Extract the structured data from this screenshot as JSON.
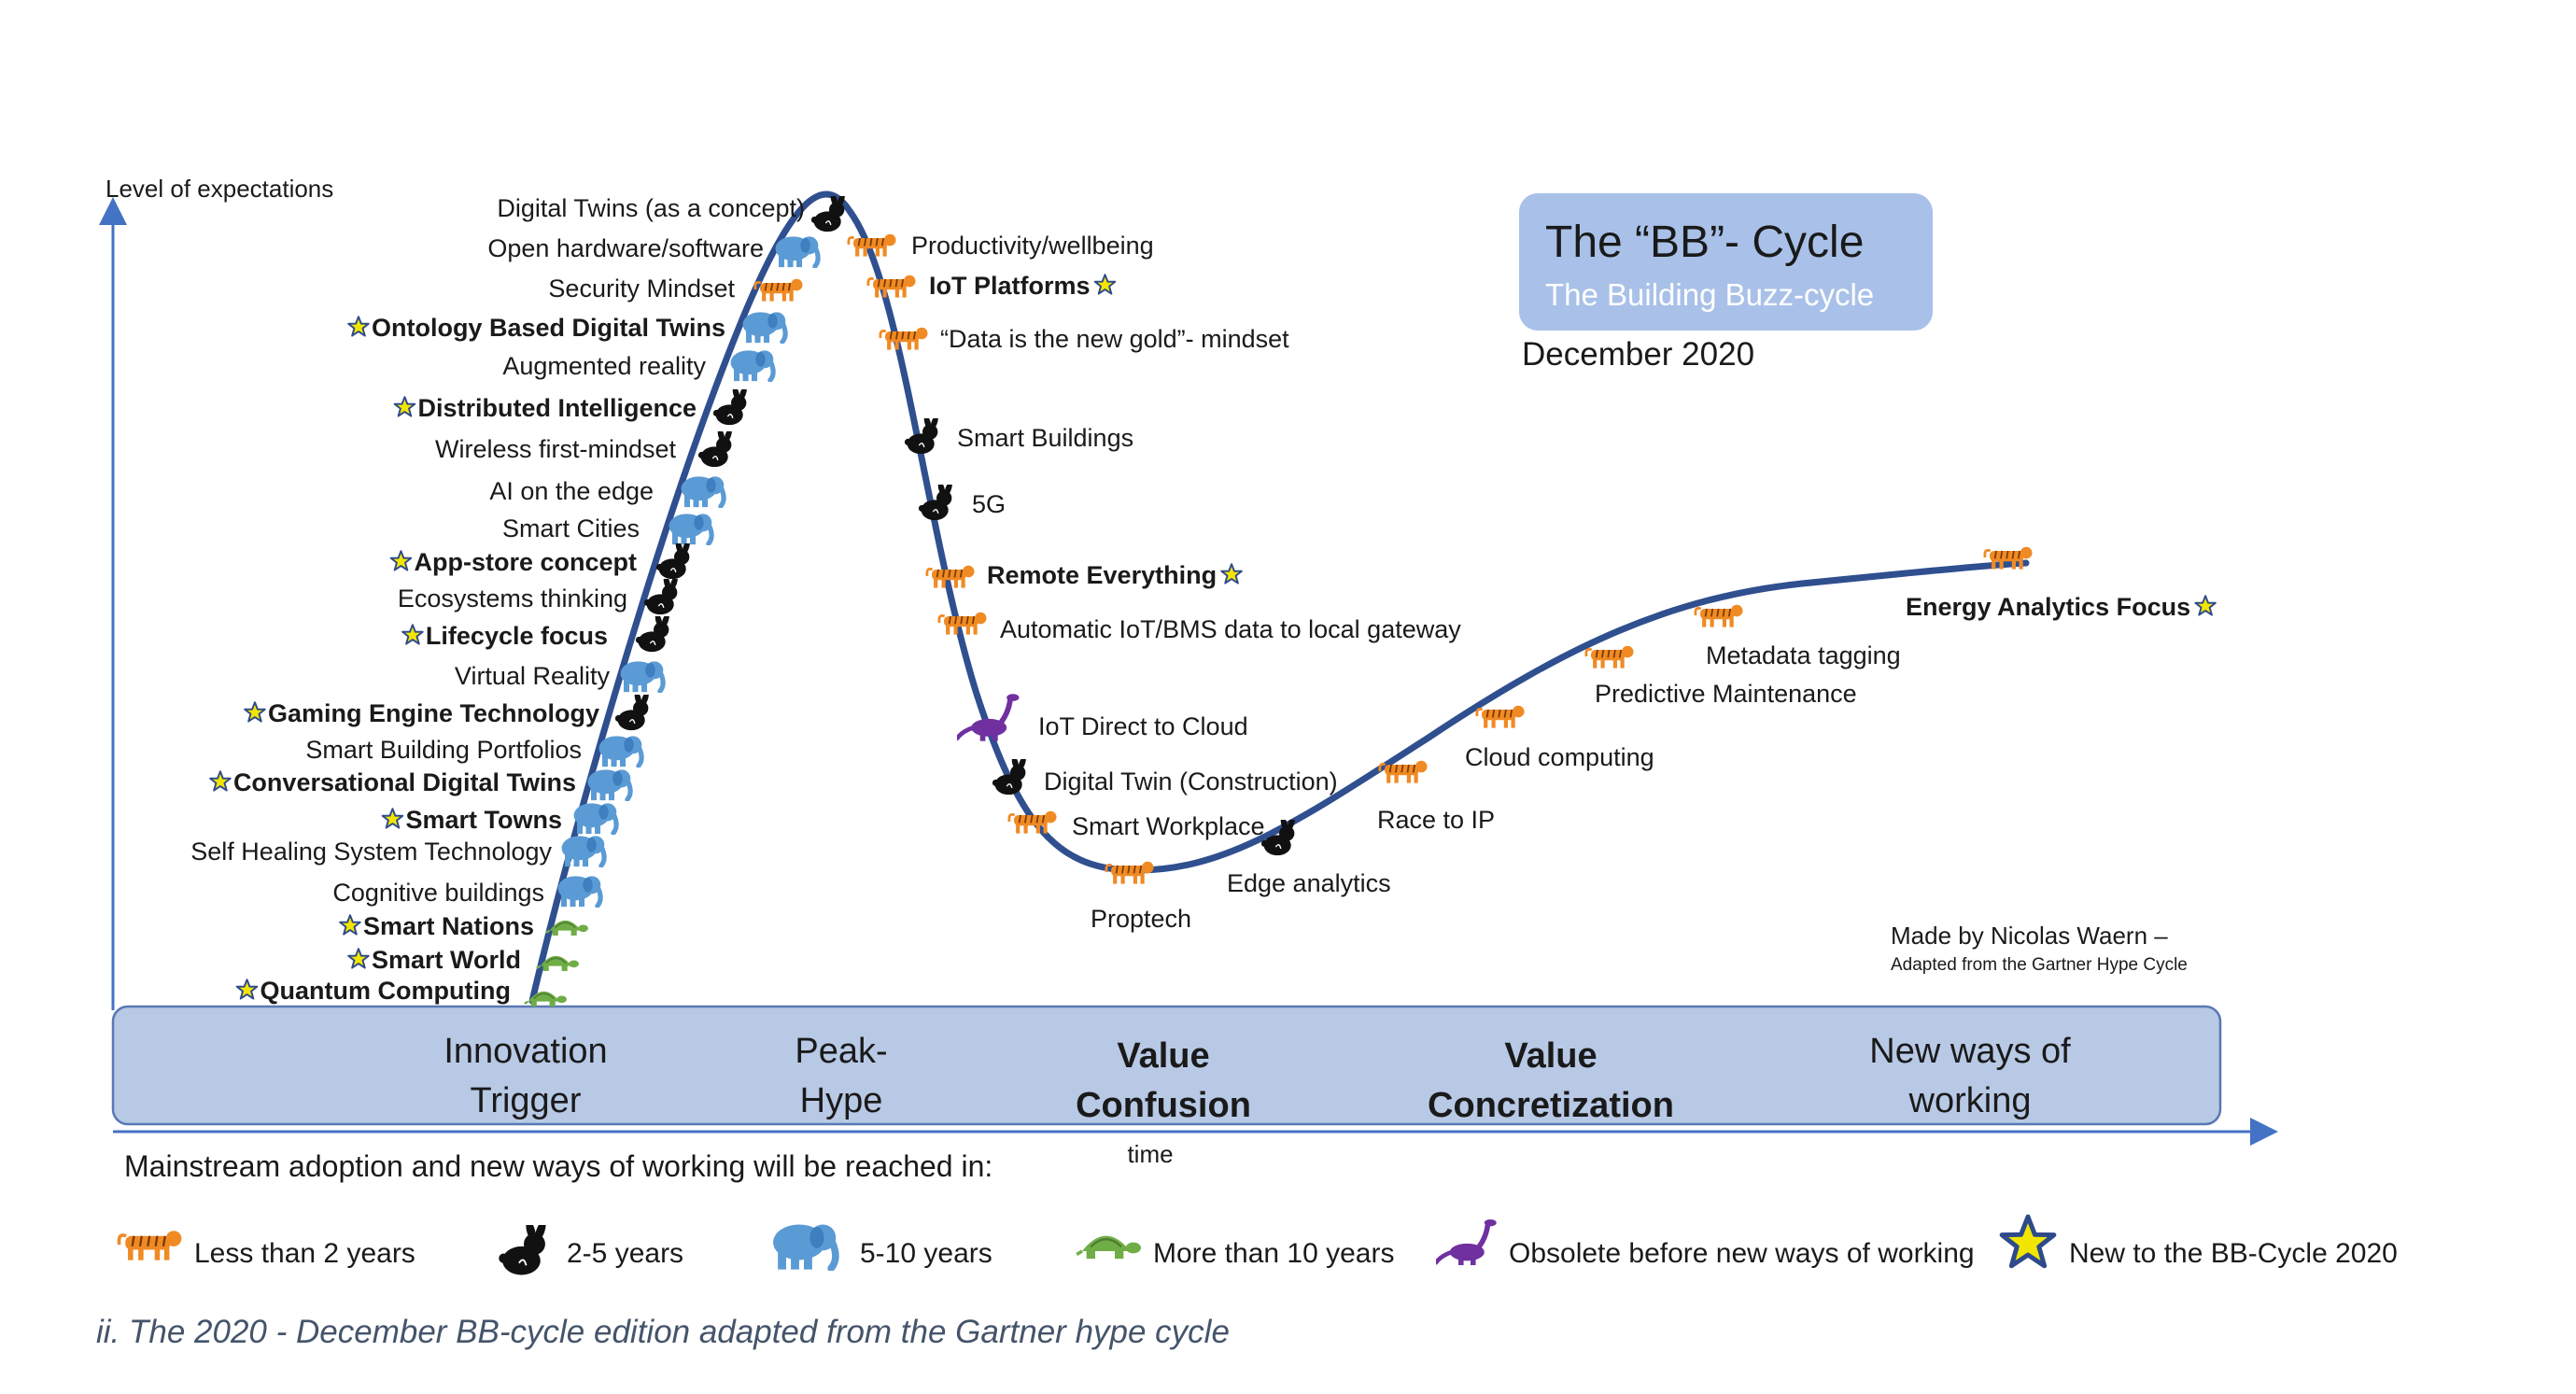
{
  "axes": {
    "y_label": "Level of expectations",
    "x_label": "time"
  },
  "title_box": {
    "title": "The “BB”- Cycle",
    "subtitle": "The Building Buzz-cycle",
    "date": "December 2020"
  },
  "credit": {
    "line1": "Made by Nicolas Waern –",
    "line2": "Adapted from the Gartner Hype Cycle"
  },
  "phases": [
    {
      "line1": "Innovation",
      "line2": "Trigger",
      "bold": false
    },
    {
      "line1": "Peak-",
      "line2": "Hype",
      "bold": false
    },
    {
      "line1": "Value",
      "line2": "Confusion",
      "bold": true
    },
    {
      "line1": "Value",
      "line2": "Concretization",
      "bold": true
    },
    {
      "line1": "New ways of",
      "line2": "working",
      "bold": false
    }
  ],
  "items": [
    {
      "label": "Digital Twins (as a concept)",
      "cat": "2-5",
      "bold": false,
      "new": false
    },
    {
      "label": "Open hardware/software",
      "cat": "5-10",
      "bold": false,
      "new": false
    },
    {
      "label": "Security Mindset",
      "cat": "lt2",
      "bold": false,
      "new": false
    },
    {
      "label": "Ontology Based Digital Twins",
      "cat": "5-10",
      "bold": true,
      "new": true
    },
    {
      "label": "Augmented reality",
      "cat": "5-10",
      "bold": false,
      "new": false
    },
    {
      "label": "Distributed Intelligence",
      "cat": "2-5",
      "bold": true,
      "new": true
    },
    {
      "label": "Wireless first-mindset",
      "cat": "2-5",
      "bold": false,
      "new": false
    },
    {
      "label": "AI on the edge",
      "cat": "5-10",
      "bold": false,
      "new": false
    },
    {
      "label": "Smart Cities",
      "cat": "5-10",
      "bold": false,
      "new": false
    },
    {
      "label": "App-store concept",
      "cat": "2-5",
      "bold": true,
      "new": true
    },
    {
      "label": "Ecosystems thinking",
      "cat": "2-5",
      "bold": false,
      "new": false
    },
    {
      "label": "Lifecycle focus",
      "cat": "2-5",
      "bold": true,
      "new": true
    },
    {
      "label": "Virtual Reality",
      "cat": "5-10",
      "bold": false,
      "new": false
    },
    {
      "label": "Gaming Engine Technology",
      "cat": "2-5",
      "bold": true,
      "new": true
    },
    {
      "label": "Smart Building Portfolios",
      "cat": "5-10",
      "bold": false,
      "new": false
    },
    {
      "label": "Conversational Digital Twins",
      "cat": "5-10",
      "bold": true,
      "new": true
    },
    {
      "label": "Smart Towns",
      "cat": "5-10",
      "bold": true,
      "new": true
    },
    {
      "label": "Self Healing System Technology",
      "cat": "5-10",
      "bold": false,
      "new": false
    },
    {
      "label": "Cognitive buildings",
      "cat": "5-10",
      "bold": false,
      "new": false
    },
    {
      "label": "Smart Nations",
      "cat": "gt10",
      "bold": true,
      "new": true
    },
    {
      "label": "Smart World",
      "cat": "gt10",
      "bold": true,
      "new": true
    },
    {
      "label": "Quantum Computing",
      "cat": "gt10",
      "bold": true,
      "new": true
    },
    {
      "label": "Productivity/wellbeing",
      "cat": "lt2",
      "bold": false,
      "new": false
    },
    {
      "label": "IoT Platforms",
      "cat": "lt2",
      "bold": true,
      "new": true
    },
    {
      "label": "“Data is the new gold”- mindset",
      "cat": "lt2",
      "bold": false,
      "new": false
    },
    {
      "label": "Smart Buildings",
      "cat": "2-5",
      "bold": false,
      "new": false
    },
    {
      "label": "5G",
      "cat": "2-5",
      "bold": false,
      "new": false
    },
    {
      "label": "Remote Everything",
      "cat": "lt2",
      "bold": true,
      "new": true
    },
    {
      "label": "Automatic IoT/BMS data to local gateway",
      "cat": "lt2",
      "bold": false,
      "new": false
    },
    {
      "label": "IoT Direct to Cloud",
      "cat": "obsolete",
      "bold": false,
      "new": false
    },
    {
      "label": "Digital Twin (Construction)",
      "cat": "2-5",
      "bold": false,
      "new": false
    },
    {
      "label": "Smart Workplace",
      "cat": "lt2",
      "bold": false,
      "new": false
    },
    {
      "label": "Proptech",
      "cat": "lt2",
      "bold": false,
      "new": false
    },
    {
      "label": "Edge analytics",
      "cat": "2-5",
      "bold": false,
      "new": false
    },
    {
      "label": "Race to IP",
      "cat": "lt2",
      "bold": false,
      "new": false
    },
    {
      "label": "Cloud computing",
      "cat": "lt2",
      "bold": false,
      "new": false
    },
    {
      "label": "Predictive Maintenance",
      "cat": "lt2",
      "bold": false,
      "new": false
    },
    {
      "label": "Metadata tagging",
      "cat": "lt2",
      "bold": false,
      "new": false
    },
    {
      "label": "Energy Analytics Focus",
      "cat": "lt2",
      "bold": true,
      "new": true
    }
  ],
  "legend": {
    "intro": "Mainstream adoption and new ways of working will be reached in:",
    "entries": [
      {
        "icon": "tiger-icon",
        "label": "Less than 2 years"
      },
      {
        "icon": "rabbit-icon",
        "label": "2-5 years"
      },
      {
        "icon": "elephant-icon",
        "label": "5-10 years"
      },
      {
        "icon": "turtle-icon",
        "label": "More than 10 years"
      },
      {
        "icon": "dinosaur-icon",
        "label": "Obsolete before new ways of working"
      },
      {
        "icon": "star-icon",
        "label": "New to the BB-Cycle 2020"
      }
    ]
  },
  "caption": "ii. The 2020 - December BB-cycle edition adapted from the Gartner hype cycle",
  "colors": {
    "curve": "#2f4f8f",
    "phase_band": "#b8c9e6",
    "title_box": "#a9c1e8",
    "axis": "#4472c4",
    "lt2": "#f08a24",
    "2-5": "#111111",
    "5-10": "#5b9bd5",
    "gt10": "#70ad47",
    "obsolete": "#7030a0",
    "star": "#f2e600",
    "star_outline": "#2e4a8c",
    "caption": "#44546a"
  }
}
